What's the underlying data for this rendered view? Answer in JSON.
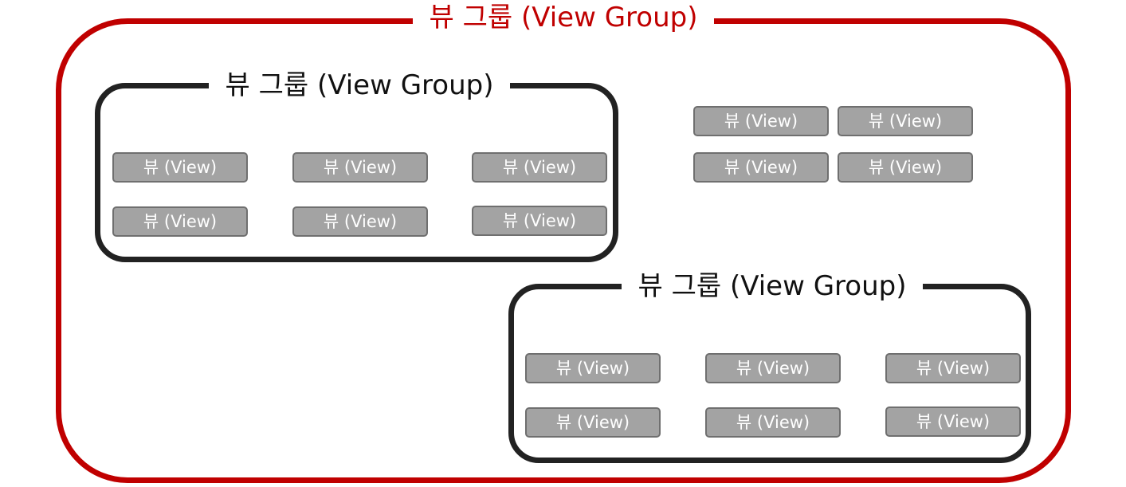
{
  "outer_group": {
    "title": "뷰 그룹 (View Group)",
    "color": "#c00000",
    "views": [
      "뷰 (View)",
      "뷰 (View)",
      "뷰 (View)",
      "뷰 (View)"
    ]
  },
  "group_a": {
    "title": "뷰 그룹 (View Group)",
    "views": [
      "뷰 (View)",
      "뷰 (View)",
      "뷰 (View)",
      "뷰 (View)",
      "뷰 (View)",
      "뷰 (View)"
    ]
  },
  "group_b": {
    "title": "뷰 그룹 (View Group)",
    "views": [
      "뷰 (View)",
      "뷰 (View)",
      "뷰 (View)",
      "뷰 (View)",
      "뷰 (View)",
      "뷰 (View)"
    ]
  },
  "colors": {
    "outer_border": "#c00000",
    "inner_border": "#222222",
    "view_fill": "#a3a3a3",
    "view_border": "#6f6f6f",
    "view_text": "#ffffff"
  }
}
